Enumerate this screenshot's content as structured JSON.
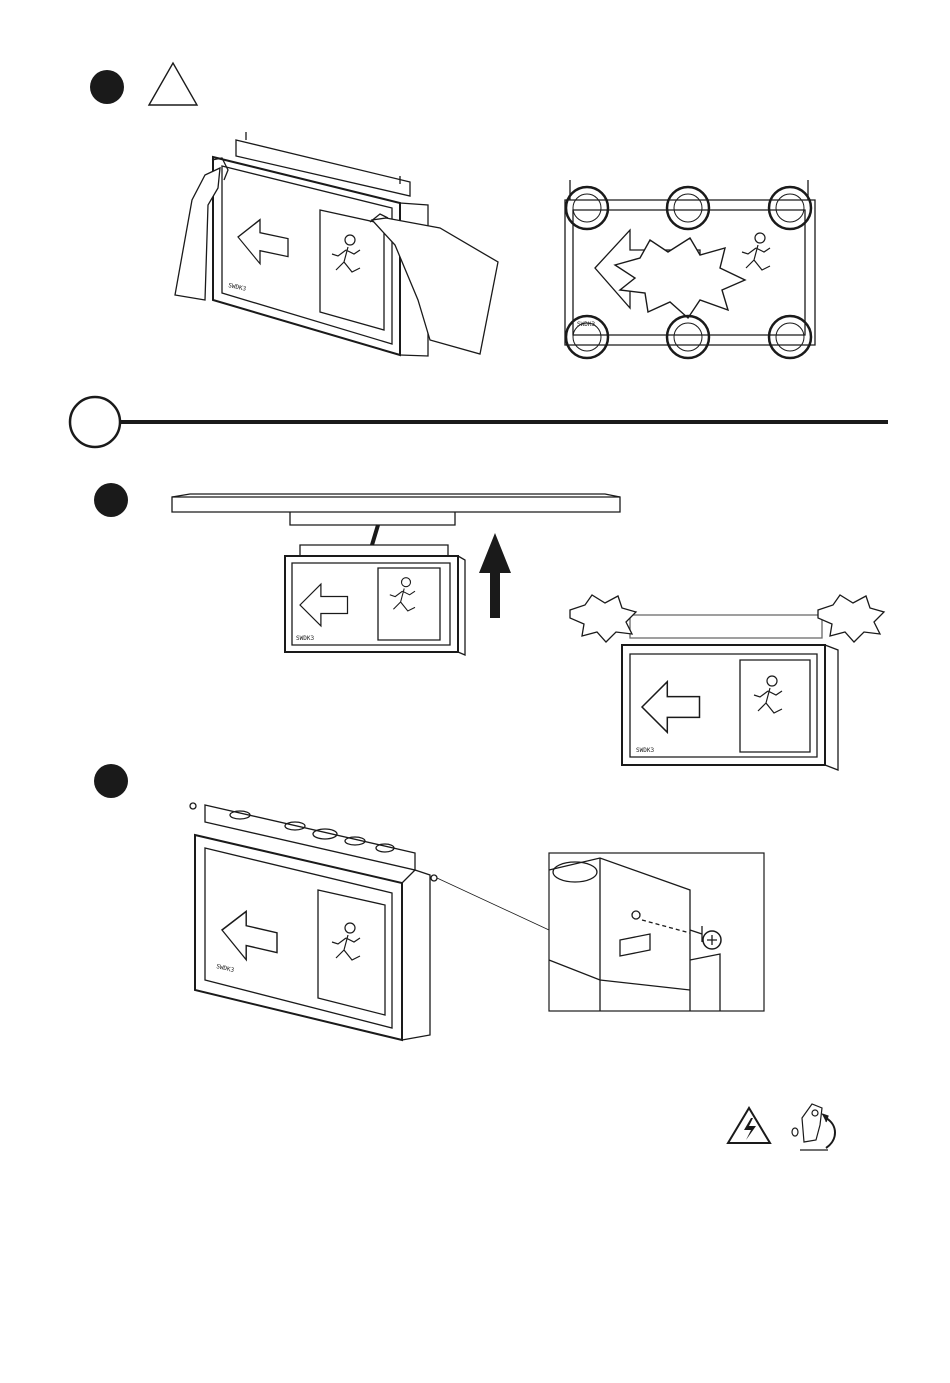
{
  "page": {
    "background": "#ffffff",
    "ink": "#1a1a1a"
  },
  "steps": {
    "step_a_marker": "",
    "section_marker": "",
    "step_b_marker": "",
    "step_c_marker": ""
  },
  "icons": {
    "caution": "caution-triangle-icon",
    "electric": "electric-hazard-icon",
    "switch": "power-switch-icon"
  },
  "sign": {
    "tiny_label_1": "SWDK3",
    "tiny_label_2": "SWDK3",
    "tiny_label_3": "SWDK3",
    "tiny_label_4": "SWDK3",
    "tiny_label_5": "SWDK3"
  }
}
